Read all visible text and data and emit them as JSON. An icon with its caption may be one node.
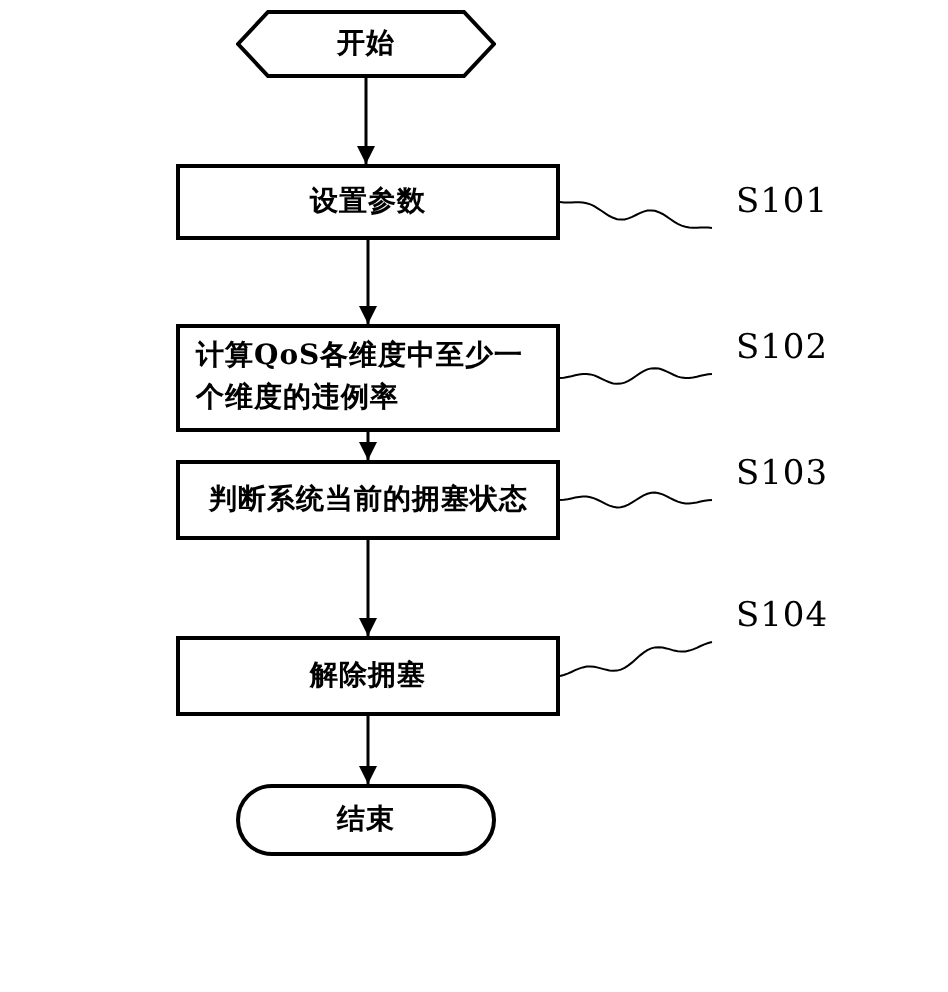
{
  "diagram": {
    "nodes": [
      {
        "text": [
          "开始"
        ]
      },
      {
        "text": [
          "设置参数"
        ]
      },
      {
        "text": [
          "S101"
        ]
      },
      {
        "text": [
          "计算QoS各维度中至少一个维度的违例率"
        ]
      },
      {
        "text": [
          "S102"
        ]
      },
      {
        "text": [
          "判断系统当前的拥塞状态"
        ]
      },
      {
        "text": [
          "S103"
        ]
      },
      {
        "text": [
          "解除拥塞"
        ]
      },
      {
        "text": [
          "S104"
        ]
      },
      {
        "text": [
          "结束"
        ]
      }
    ],
    "edges": [
      {
        "from": 0,
        "to": 1,
        "arrow": "to"
      },
      {
        "from": 1,
        "to": 3,
        "arrow": "to"
      },
      {
        "from": 3,
        "to": 5,
        "arrow": "to"
      },
      {
        "from": 5,
        "to": 7,
        "arrow": "to"
      },
      {
        "from": 7,
        "to": 9,
        "arrow": "to"
      },
      {
        "from": 2,
        "to": 1,
        "arrow": "none"
      },
      {
        "from": 4,
        "to": 3,
        "arrow": "none"
      },
      {
        "from": 6,
        "to": 5,
        "arrow": "none"
      },
      {
        "from": 8,
        "to": 7,
        "arrow": "none"
      }
    ]
  }
}
